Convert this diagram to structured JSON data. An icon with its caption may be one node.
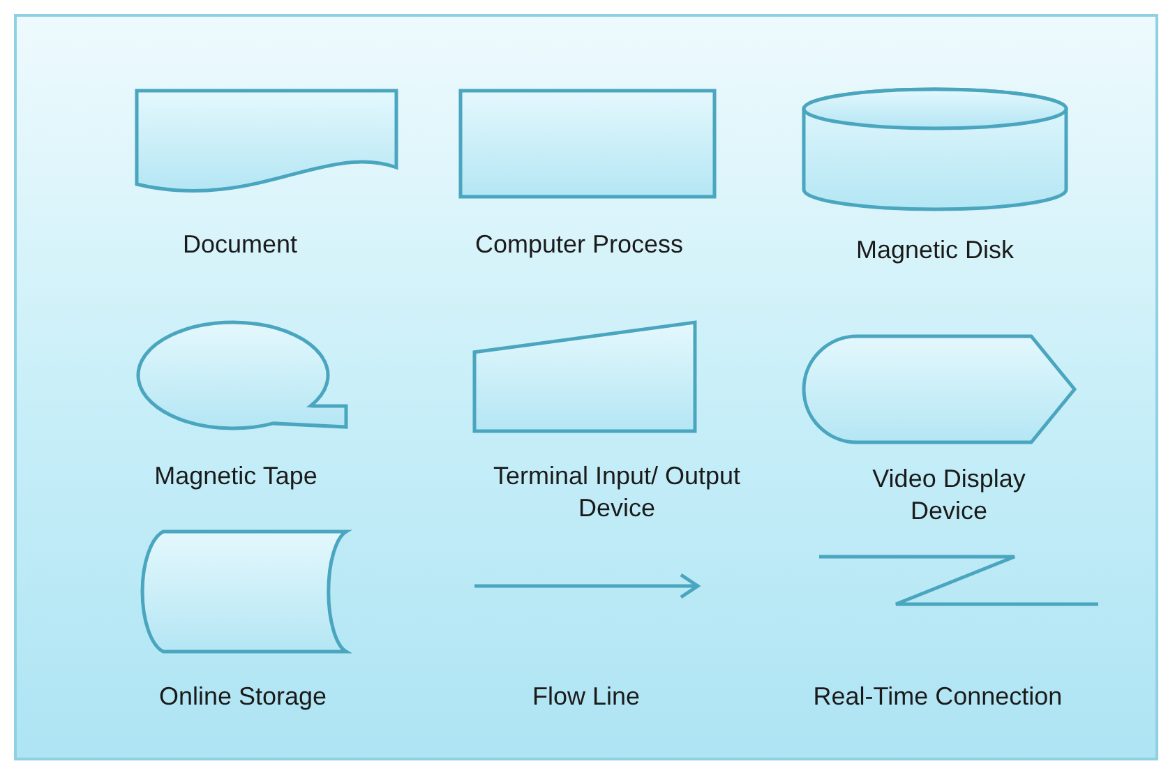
{
  "diagram": {
    "nodes": [
      {
        "text": [],
        "shape": "document",
        "beside": [
          "Document"
        ]
      },
      {
        "text": [],
        "shape": "box",
        "beside": [
          "Computer Process"
        ]
      },
      {
        "text": [],
        "shape": "cylinder",
        "beside": [
          "Magnetic Disk"
        ]
      },
      {
        "text": [],
        "shape": "tape",
        "beside": [
          "Magnetic Tape"
        ]
      },
      {
        "text": [],
        "shape": "trapezoid",
        "beside": [
          "Terminal Input/ Output Device"
        ]
      },
      {
        "text": [],
        "shape": "display",
        "beside": [
          "Video Display Device"
        ]
      },
      {
        "text": [],
        "shape": "storage",
        "beside": [
          "Online Storage"
        ]
      },
      {
        "text": [],
        "shape": "arrow",
        "beside": [
          "Flow Line"
        ]
      },
      {
        "text": [],
        "shape": "zigzag",
        "beside": [
          "Real-Time Connection"
        ]
      }
    ]
  }
}
